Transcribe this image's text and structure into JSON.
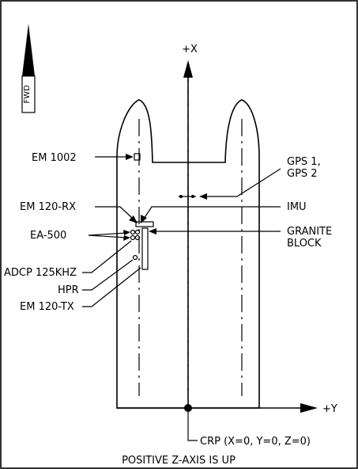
{
  "diagram": {
    "fwd_label": "FWD",
    "axis_x_label": "+X",
    "axis_y_label": "+Y",
    "labels": {
      "em1002": "EM 1002",
      "gps_line1": "GPS 1,",
      "gps_line2": "GPS 2",
      "em120rx": "EM 120-RX",
      "imu": "IMU",
      "ea500": "EA-500",
      "granite_line1": "GRANITE",
      "granite_line2": "BLOCK",
      "adcp": "ADCP 125KHZ",
      "hpr": "HPR",
      "em120tx": "EM 120-TX",
      "crp": "CRP (X=0, Y=0, Z=0)",
      "zaxis": "POSITIVE Z-AXIS IS UP"
    }
  }
}
